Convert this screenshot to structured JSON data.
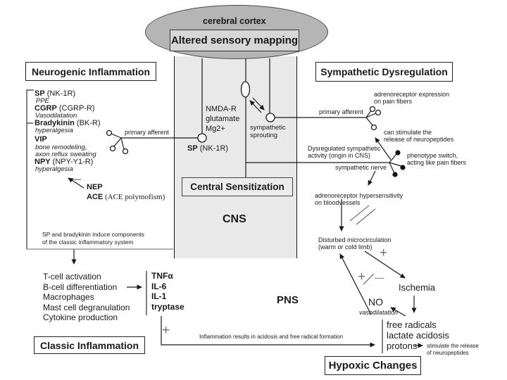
{
  "regions": {
    "cortex": "cerebral cortex",
    "cns": "CNS",
    "pns": "PNS"
  },
  "boxes": {
    "neurogenic": "Neurogenic Inflammation",
    "sympathetic": "Sympathetic Dysregulation",
    "altered": "Altered sensory mapping",
    "central": "Central Sensitization",
    "classic": "Classic Inflammation",
    "hypoxic": "Hypoxic Changes"
  },
  "mediators": [
    {
      "name": "SP",
      "rest": " (NK-1R)",
      "sub": "PPE"
    },
    {
      "name": "CGRP",
      "rest": " (CGRP-R)",
      "sub": "Vasodilatation"
    },
    {
      "name": "Bradykinin",
      "rest": " (BK-R)",
      "sub": "hyperalgesia"
    },
    {
      "name": "VIP",
      "rest": "",
      "sub": "bone remodeling,\naxon reflux sweating"
    },
    {
      "name": "NPY",
      "rest": " (NPY-Y1-R)",
      "sub": "hyperalgesia"
    }
  ],
  "enzymes": {
    "minus": "—",
    "nep": "NEP",
    "ace": "ACE",
    "ace_note": " (ACE polymofism)"
  },
  "cns_inner": {
    "nmda": "NMDA-R\nglutamate\nMg2+",
    "sp_name": "SP",
    "sp_rest": " (NK-1R)",
    "sprouting": "sympathetic\nsprouting"
  },
  "labels": {
    "primary_afferent_left": "primary afferent",
    "primary_afferent_right": "primary afferent",
    "adreno_expression": "adrenoreceptor expression\non pain fibers",
    "can_stimulate": "can stimulate the\nrelease of neuropeptides",
    "dysregulated": "Dysregulated sympathetic\nactivity (origin in CNS)",
    "phenotype": "phenotype switch,\nacting like pain fibers",
    "sympathetic_nerve": "sympathetic nerve",
    "adreno_hypersensitivity": "adrenoreceptor hypersensitivity\non bloodvessels",
    "disturbed": "Disturbed microcirculation\n(warm or cold limb)",
    "ischemia": "Ischemia",
    "no": "NO",
    "vasodilatation": "vasodilatation",
    "hypoxic_list": "free radicals\nlactate acidosis\nprotons",
    "stimulate_release": "stimulate the release\nof neuropeptides",
    "induce_note": "SP and bradykinin induce components\nof the classic inflammatory system",
    "classic_list": "T-cell activation\nB-cell differentiation\nMacrophages\nMast cell degranulation\nCytokine production",
    "cytokines": "TNFα\nIL-6\nIL-1\ntryptase",
    "inflammation_note": "Inflammation results in acidosis and free radical formation",
    "plus": "+",
    "minus": "—"
  }
}
